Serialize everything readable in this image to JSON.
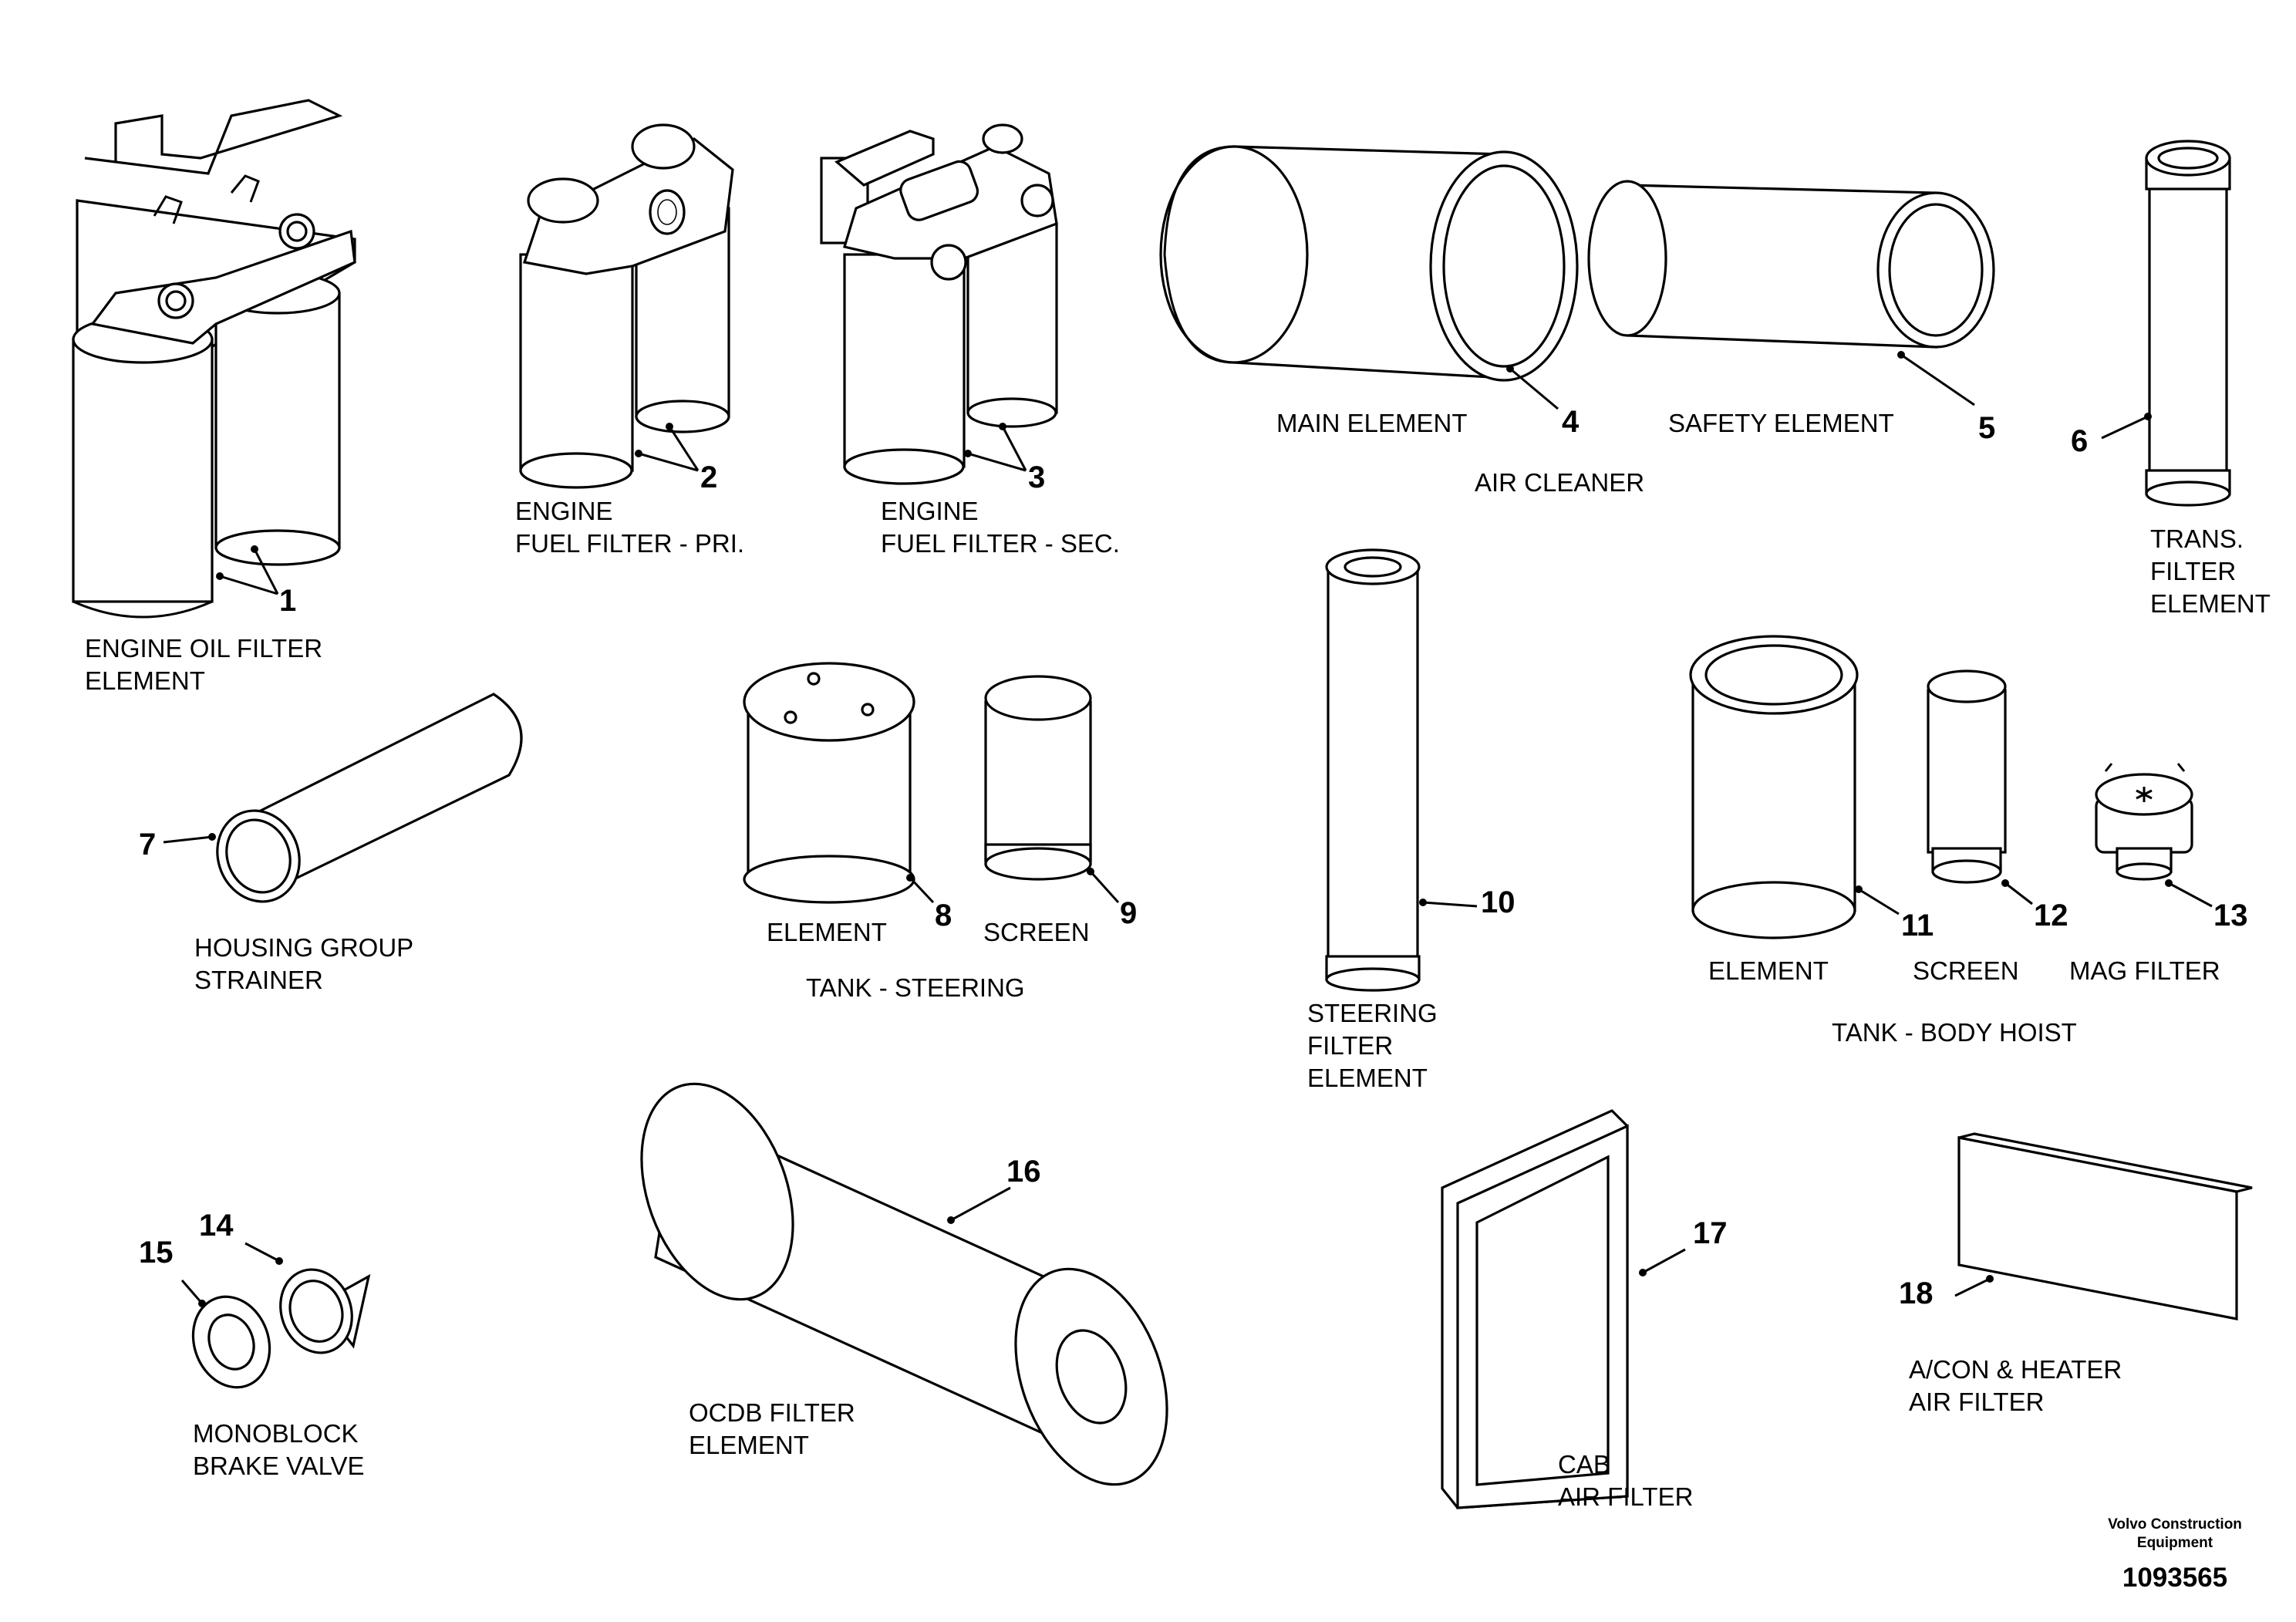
{
  "parts": [
    {
      "number": "1",
      "label_lines": [
        "ENGINE OIL FILTER",
        "ELEMENT"
      ]
    },
    {
      "number": "2",
      "label_lines": [
        "ENGINE",
        "FUEL FILTER - PRI."
      ]
    },
    {
      "number": "3",
      "label_lines": [
        "ENGINE",
        "FUEL FILTER - SEC."
      ]
    },
    {
      "number": "4",
      "label_lines": [
        "MAIN ELEMENT"
      ]
    },
    {
      "number": "5",
      "label_lines": [
        "SAFETY ELEMENT"
      ]
    },
    {
      "number": "6",
      "label_lines": [
        "TRANS.",
        "FILTER",
        "ELEMENT"
      ]
    },
    {
      "number": "7",
      "label_lines": [
        "HOUSING GROUP",
        "STRAINER"
      ]
    },
    {
      "number": "8",
      "label_lines": [
        "ELEMENT"
      ]
    },
    {
      "number": "9",
      "label_lines": [
        "SCREEN"
      ]
    },
    {
      "number": "10",
      "label_lines": [
        "STEERING",
        "FILTER",
        "ELEMENT"
      ]
    },
    {
      "number": "11",
      "label_lines": [
        "ELEMENT"
      ]
    },
    {
      "number": "12",
      "label_lines": [
        "SCREEN"
      ]
    },
    {
      "number": "13",
      "label_lines": [
        "MAG FILTER"
      ]
    },
    {
      "number": "14",
      "label_lines": []
    },
    {
      "number": "15",
      "label_lines": [
        "MONOBLOCK",
        "BRAKE VALVE"
      ]
    },
    {
      "number": "16",
      "label_lines": [
        "OCDB FILTER",
        "ELEMENT"
      ]
    },
    {
      "number": "17",
      "label_lines": [
        "CAB",
        "AIR FILTER"
      ]
    },
    {
      "number": "18",
      "label_lines": [
        "A/CON & HEATER",
        "AIR FILTER"
      ]
    }
  ],
  "groups": {
    "air_cleaner": "AIR CLEANER",
    "tank_steering": "TANK - STEERING",
    "tank_body_hoist": "TANK - BODY HOIST"
  },
  "footer": {
    "brand_line_1": "Volvo Construction",
    "brand_line_2": "Equipment",
    "document_number": "1093565"
  },
  "icons": [
    "oil-filter-icon",
    "fuel-filter-icon",
    "air-element-icon",
    "cartridge-icon",
    "strainer-icon",
    "screen-icon",
    "mag-filter-icon",
    "brake-screen-icon",
    "panel-filter-icon",
    "foam-filter-icon"
  ],
  "colors": {
    "line": "#000000",
    "background": "#ffffff"
  }
}
